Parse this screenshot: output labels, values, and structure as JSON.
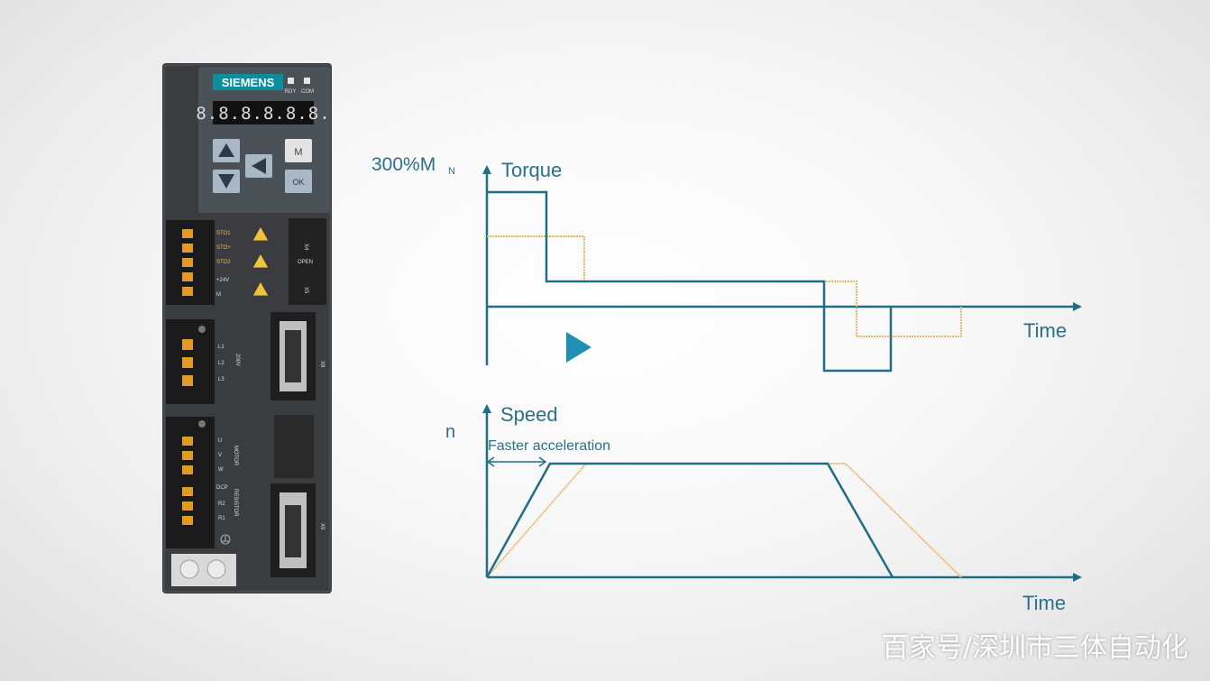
{
  "drive": {
    "brand": "SIEMENS",
    "status_leds": [
      "RDY",
      "COM"
    ],
    "display_value": "8.8.8.8.8.8.",
    "buttons": {
      "menu": "M",
      "ok": "OK"
    },
    "sto_labels": [
      "STO1",
      "STO+",
      "STO2",
      "+24V",
      "M"
    ],
    "port_labels": {
      "x4": "X4",
      "open": "OPEN",
      "x5": "X5",
      "x8": "X8",
      "x9": "X9"
    },
    "power_labels": [
      "L1",
      "L2",
      "L3"
    ],
    "power_voltage": "200V",
    "motor_labels": [
      "U",
      "V",
      "W"
    ],
    "motor_group": "MOTOR",
    "resistor_labels": [
      "DCP",
      "R2",
      "R1"
    ],
    "resistor_group": "RESISTOR"
  },
  "torque_chart": {
    "y_value_label": "300%M",
    "y_value_subscript": "N",
    "y_axis_label": "Torque",
    "x_axis_label": "Time"
  },
  "speed_chart": {
    "y_value_label": "n",
    "y_axis_label": "Speed",
    "x_axis_label": "Time",
    "annotation": "Faster acceleration"
  },
  "colors": {
    "teal": "#1f6e86",
    "orange": "#e9b96c",
    "drive_body": "#3a3c3f",
    "play": "#1f8fb3"
  },
  "icons": [
    "play-icon",
    "up-arrow-icon",
    "down-arrow-icon",
    "left-arrow-icon",
    "warning-icon",
    "ground-icon"
  ],
  "watermark": "百家号/深圳市三体自动化"
}
